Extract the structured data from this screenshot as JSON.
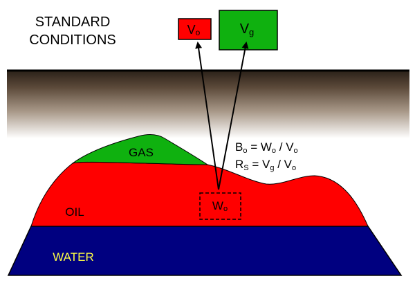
{
  "heading": {
    "line1": "STANDARD",
    "line2": "CONDITIONS"
  },
  "boxes": {
    "oil_volume": {
      "symbol": "V",
      "subscript": "o"
    },
    "gas_volume": {
      "symbol": "V",
      "subscript": "g"
    },
    "reservoir_oil": {
      "symbol": "W",
      "subscript": "o"
    }
  },
  "equations": {
    "bo": {
      "lhs_symbol": "B",
      "lhs_sub": "o",
      "eq": " = ",
      "num_symbol": "W",
      "num_sub": "o",
      "div": " / ",
      "den_symbol": "V",
      "den_sub": "o"
    },
    "rs": {
      "lhs_symbol": "R",
      "lhs_sub": "S",
      "eq": " = ",
      "num_symbol": "V",
      "num_sub": "g",
      "div": " / ",
      "den_symbol": "V",
      "den_sub": "o"
    }
  },
  "zones": {
    "gas": "GAS",
    "oil": "OIL",
    "water": "WATER"
  },
  "colors": {
    "gas": "#0fb10f",
    "oil": "#ff0000",
    "water": "#000080",
    "water_label": "#ffff44",
    "ground_top": "#1a1410",
    "ground_mid": "#6b5a4a",
    "ground_bottom": "#ffffff"
  }
}
